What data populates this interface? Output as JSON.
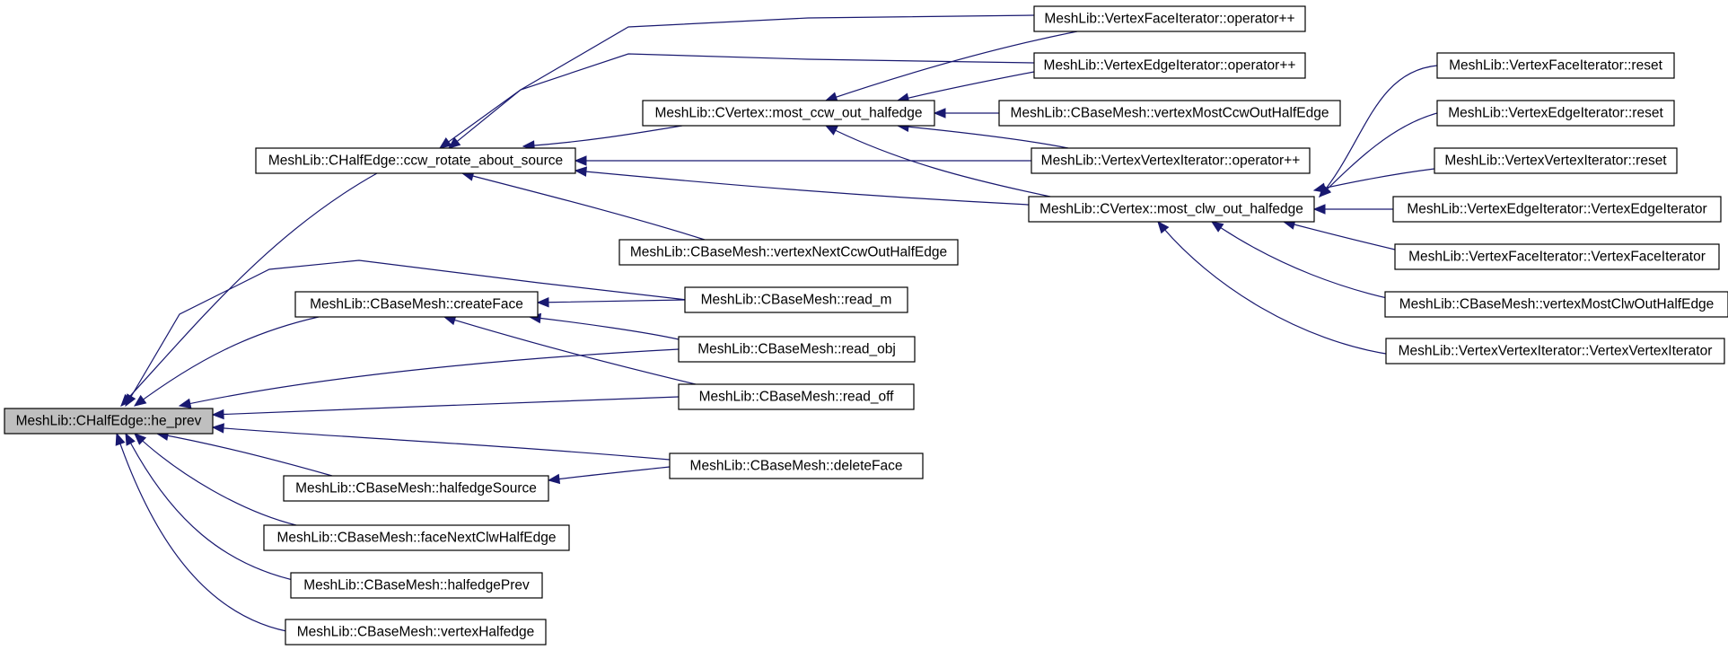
{
  "nodes": [
    {
      "id": "he_prev",
      "label": "MeshLib::CHalfEdge::he_prev",
      "root": true
    },
    {
      "id": "ccw_rotate",
      "label": "MeshLib::CHalfEdge::ccw_rotate_about_source"
    },
    {
      "id": "createFace",
      "label": "MeshLib::CBaseMesh::createFace"
    },
    {
      "id": "halfedgeSource",
      "label": "MeshLib::CBaseMesh::halfedgeSource"
    },
    {
      "id": "faceNextClw",
      "label": "MeshLib::CBaseMesh::faceNextClwHalfEdge"
    },
    {
      "id": "halfedgePrev",
      "label": "MeshLib::CBaseMesh::halfedgePrev"
    },
    {
      "id": "vertexHalfedge",
      "label": "MeshLib::CBaseMesh::vertexHalfedge"
    },
    {
      "id": "most_ccw",
      "label": "MeshLib::CVertex::most_ccw_out_halfedge"
    },
    {
      "id": "vertexNextCcw",
      "label": "MeshLib::CBaseMesh::vertexNextCcwOutHalfEdge"
    },
    {
      "id": "read_m",
      "label": "MeshLib::CBaseMesh::read_m"
    },
    {
      "id": "read_obj",
      "label": "MeshLib::CBaseMesh::read_obj"
    },
    {
      "id": "read_off",
      "label": "MeshLib::CBaseMesh::read_off"
    },
    {
      "id": "deleteFace",
      "label": "MeshLib::CBaseMesh::deleteFace"
    },
    {
      "id": "vfi_opp",
      "label": "MeshLib::VertexFaceIterator::operator++"
    },
    {
      "id": "vei_opp",
      "label": "MeshLib::VertexEdgeIterator::operator++"
    },
    {
      "id": "vertexMostCcw",
      "label": "MeshLib::CBaseMesh::vertexMostCcwOutHalfEdge"
    },
    {
      "id": "vvi_opp",
      "label": "MeshLib::VertexVertexIterator::operator++"
    },
    {
      "id": "most_clw",
      "label": "MeshLib::CVertex::most_clw_out_halfedge"
    },
    {
      "id": "vfi_reset",
      "label": "MeshLib::VertexFaceIterator::reset"
    },
    {
      "id": "vei_reset",
      "label": "MeshLib::VertexEdgeIterator::reset"
    },
    {
      "id": "vvi_reset",
      "label": "MeshLib::VertexVertexIterator::reset"
    },
    {
      "id": "vei_ctor",
      "label": "MeshLib::VertexEdgeIterator::VertexEdgeIterator"
    },
    {
      "id": "vfi_ctor",
      "label": "MeshLib::VertexFaceIterator::VertexFaceIterator"
    },
    {
      "id": "vertexMostClw",
      "label": "MeshLib::CBaseMesh::vertexMostClwOutHalfEdge"
    },
    {
      "id": "vvi_ctor",
      "label": "MeshLib::VertexVertexIterator::VertexVertexIterator"
    }
  ],
  "edges": [
    {
      "from": "ccw_rotate",
      "to": "he_prev"
    },
    {
      "from": "createFace",
      "to": "he_prev"
    },
    {
      "from": "halfedgeSource",
      "to": "he_prev"
    },
    {
      "from": "faceNextClw",
      "to": "he_prev"
    },
    {
      "from": "halfedgePrev",
      "to": "he_prev"
    },
    {
      "from": "vertexHalfedge",
      "to": "he_prev"
    },
    {
      "from": "read_m",
      "to": "he_prev"
    },
    {
      "from": "read_obj",
      "to": "he_prev"
    },
    {
      "from": "read_off",
      "to": "he_prev"
    },
    {
      "from": "deleteFace",
      "to": "he_prev"
    },
    {
      "from": "most_ccw",
      "to": "ccw_rotate"
    },
    {
      "from": "vertexNextCcw",
      "to": "ccw_rotate"
    },
    {
      "from": "vfi_opp",
      "to": "ccw_rotate"
    },
    {
      "from": "vei_opp",
      "to": "ccw_rotate"
    },
    {
      "from": "vvi_opp",
      "to": "ccw_rotate"
    },
    {
      "from": "most_clw",
      "to": "ccw_rotate"
    },
    {
      "from": "read_m",
      "to": "createFace"
    },
    {
      "from": "read_obj",
      "to": "createFace"
    },
    {
      "from": "read_off",
      "to": "createFace"
    },
    {
      "from": "deleteFace",
      "to": "halfedgeSource"
    },
    {
      "from": "vfi_opp",
      "to": "most_ccw"
    },
    {
      "from": "vei_opp",
      "to": "most_ccw"
    },
    {
      "from": "vertexMostCcw",
      "to": "most_ccw"
    },
    {
      "from": "vvi_opp",
      "to": "most_ccw"
    },
    {
      "from": "most_clw",
      "to": "most_ccw"
    },
    {
      "from": "vfi_reset",
      "to": "most_clw"
    },
    {
      "from": "vei_reset",
      "to": "most_clw"
    },
    {
      "from": "vvi_reset",
      "to": "most_clw"
    },
    {
      "from": "vei_ctor",
      "to": "most_clw"
    },
    {
      "from": "vfi_ctor",
      "to": "most_clw"
    },
    {
      "from": "vertexMostClw",
      "to": "most_clw"
    },
    {
      "from": "vvi_ctor",
      "to": "most_clw"
    }
  ]
}
